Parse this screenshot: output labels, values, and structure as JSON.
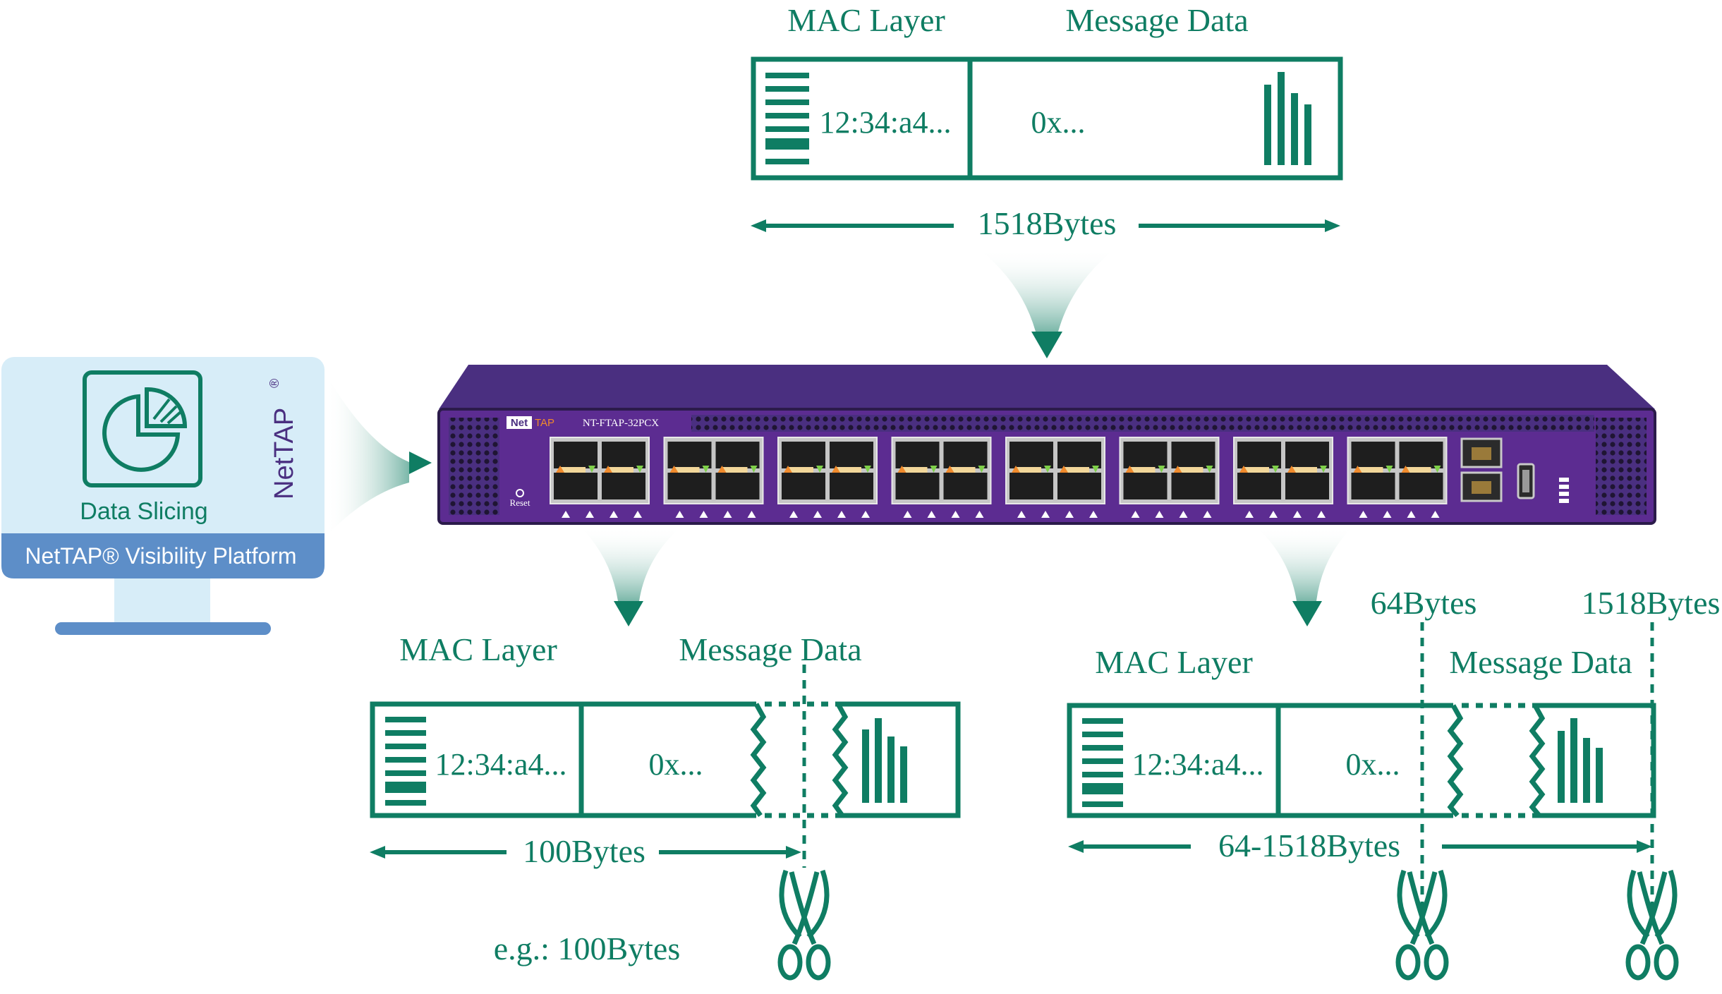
{
  "colors": {
    "accent": "#0f7d63",
    "device_top": "#4a2f80",
    "device_front": "#5c2c91",
    "panel_bg": "#d7edf8",
    "panel_bar": "#5d8ec8",
    "fade": "#c9d2cf"
  },
  "top_frame": {
    "mac_label": "MAC Layer",
    "data_label": "Message Data",
    "mac_value": "12:34:a4...",
    "data_value": "0x...",
    "size_label": "1518Bytes"
  },
  "left_frame": {
    "mac_label": "MAC Layer",
    "data_label": "Message Data",
    "mac_value": "12:34:a4...",
    "data_value": "0x...",
    "size_label": "100Bytes",
    "example": "e.g.:  100Bytes"
  },
  "right_frame": {
    "mac_label": "MAC Layer",
    "data_label": "Message Data",
    "mac_value": "12:34:a4...",
    "data_value": "0x...",
    "size_label": "64-1518Bytes",
    "cut_min": "64Bytes",
    "cut_max": "1518Bytes"
  },
  "platform": {
    "feature": "Data Slicing",
    "brand": "NetTAP",
    "brand_mark": "®",
    "title": "NetTAP® Visibility Platform"
  },
  "device": {
    "logo_net": "Net",
    "logo_tap": "TAP",
    "model": "NT-FTAP-32PCX",
    "reset_label": "Reset",
    "port_groups": 8
  },
  "icons": [
    "pie-chart-icon",
    "scissors-icon",
    "ethernet-port-icon",
    "usb-port-icon",
    "arrow-icon"
  ]
}
